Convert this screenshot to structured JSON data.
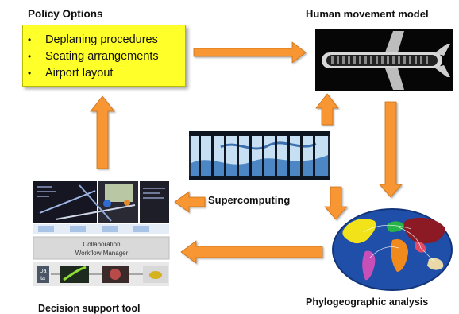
{
  "labels": {
    "policy_title": "Policy Options",
    "human_title": "Human movement model",
    "super_title": "Supercomputing",
    "phylo_title": "Phylogeographic analysis",
    "decision_title": "Decision support tool"
  },
  "policy_options": [
    "Deplaning procedures",
    "Seating arrangements",
    "Airport layout"
  ],
  "decision_panel": {
    "collab_line1": "Collaboration",
    "collab_line2": "Workflow Manager",
    "data_tag1": "Da",
    "data_tag2": "ta"
  },
  "colors": {
    "arrow": "#f79631",
    "policy_box": "#ffff2a"
  }
}
